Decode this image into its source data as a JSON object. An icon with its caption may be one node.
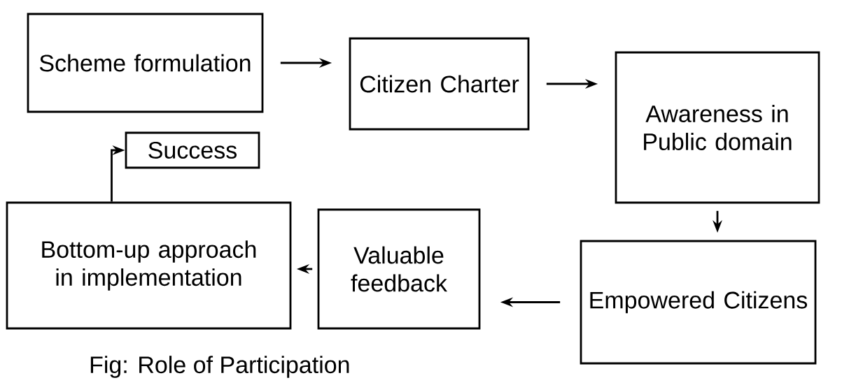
{
  "diagram": {
    "caption": "Fig: Role of Participation",
    "nodes": [
      {
        "text": [
          "Scheme formulation"
        ]
      },
      {
        "text": [
          "Citizen Charter"
        ]
      },
      {
        "text": [
          "Awareness in Public domain"
        ]
      },
      {
        "text": [
          "Empowered Citizens"
        ]
      },
      {
        "text": [
          "Valuable feedback"
        ]
      },
      {
        "text": [
          "Bottom-up approach in implementation"
        ]
      },
      {
        "text": [
          "Success"
        ]
      }
    ],
    "edges": [
      {
        "from": 0,
        "to": 1,
        "arrow": "to"
      },
      {
        "from": 1,
        "to": 2,
        "arrow": "to"
      },
      {
        "from": 2,
        "to": 3,
        "arrow": "to"
      },
      {
        "from": 3,
        "to": 4,
        "arrow": "to"
      },
      {
        "from": 4,
        "to": 5,
        "arrow": "to"
      },
      {
        "from": 5,
        "to": 6,
        "arrow": "to"
      }
    ]
  }
}
